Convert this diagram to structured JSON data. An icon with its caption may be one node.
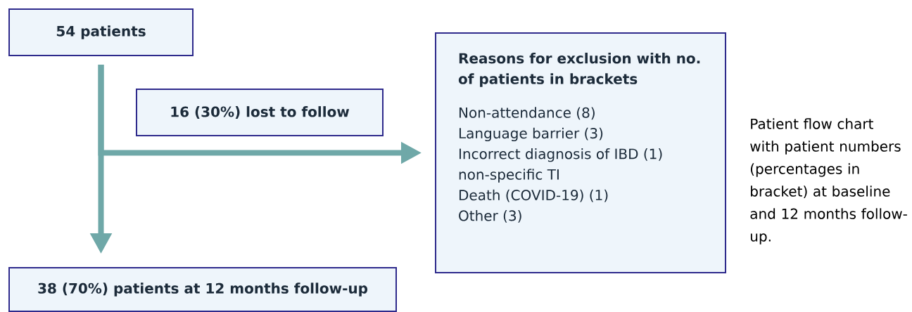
{
  "diagram": {
    "nodes": [
      {
        "text": [
          "54 patients"
        ]
      },
      {
        "text": [
          "16 (30%) lost to follow"
        ]
      },
      {
        "text": [
          "Reasons for exclusion with no. of patients in brackets",
          "Non-attendance (8)",
          "Language barrier (3)",
          "Incorrect diagnosis of IBD (1) non-specific TI",
          "Death (COVID-19) (1)",
          "Other (3)"
        ]
      },
      {
        "text": [
          "38 (70%) patients at 12 months follow-up"
        ]
      }
    ],
    "edges": [
      {
        "from": 0,
        "to": 3,
        "arrow": "to"
      },
      {
        "from": 0,
        "to": 2,
        "arrow": "to"
      }
    ],
    "labels": [
      "Patient flow chart with patient numbers (percentages in bracket) at baseline and 12 months follow-up."
    ]
  }
}
